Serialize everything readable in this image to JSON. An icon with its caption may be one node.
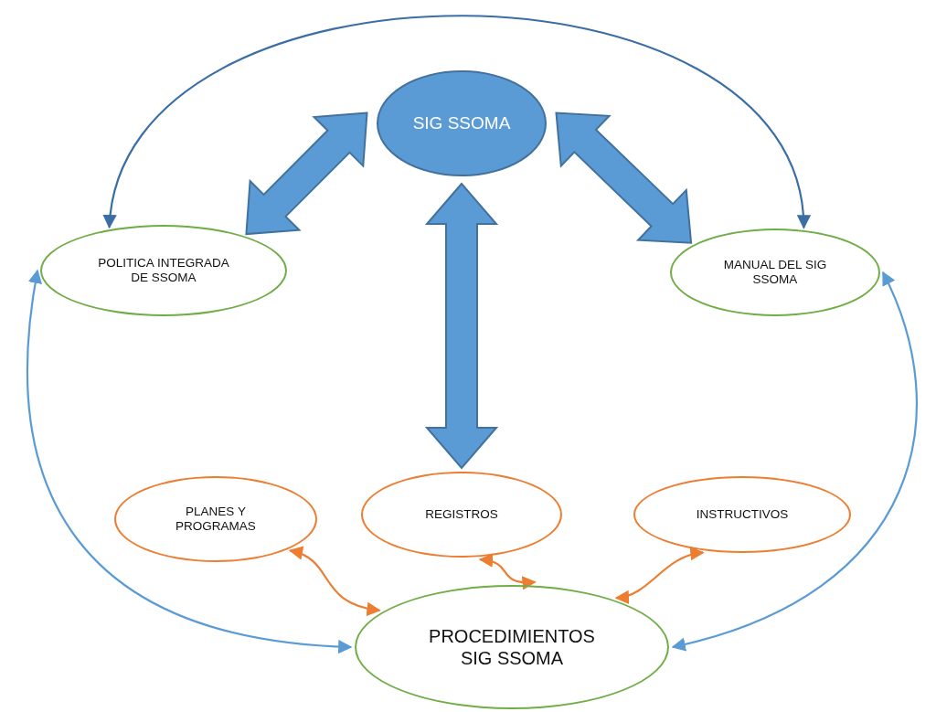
{
  "diagram": {
    "nodes": [
      {
        "text": [
          "SIG SSOMA"
        ]
      },
      {
        "text": [
          "POLITICA INTEGRADA DE SSOMA"
        ]
      },
      {
        "text": [
          "MANUAL DEL SIG SSOMA"
        ]
      },
      {
        "text": [
          "PLANES Y PROGRAMAS"
        ]
      },
      {
        "text": [
          "REGISTROS"
        ]
      },
      {
        "text": [
          "INSTRUCTIVOS"
        ]
      },
      {
        "text": [
          "PROCEDIMIENTOS SIG SSOMA"
        ]
      }
    ],
    "edges": [
      {
        "from": 0,
        "to": 1,
        "arrow": "both",
        "style": "thick",
        "color": "#5b9bd5"
      },
      {
        "from": 0,
        "to": 2,
        "arrow": "both",
        "style": "thick",
        "color": "#5b9bd5"
      },
      {
        "from": 0,
        "to": 4,
        "arrow": "both",
        "style": "thick",
        "color": "#5b9bd5"
      },
      {
        "from": 1,
        "to": 2,
        "arrow": "both",
        "color": "#3b6ea5"
      },
      {
        "from": 1,
        "to": 6,
        "arrow": "both",
        "color": "#5b9bd5"
      },
      {
        "from": 2,
        "to": 6,
        "arrow": "both",
        "color": "#5b9bd5"
      },
      {
        "from": 3,
        "to": 6,
        "arrow": "both",
        "color": "#ed7d31"
      },
      {
        "from": 4,
        "to": 6,
        "arrow": "both",
        "color": "#ed7d31"
      },
      {
        "from": 5,
        "to": 6,
        "arrow": "both",
        "color": "#ed7d31"
      }
    ]
  }
}
